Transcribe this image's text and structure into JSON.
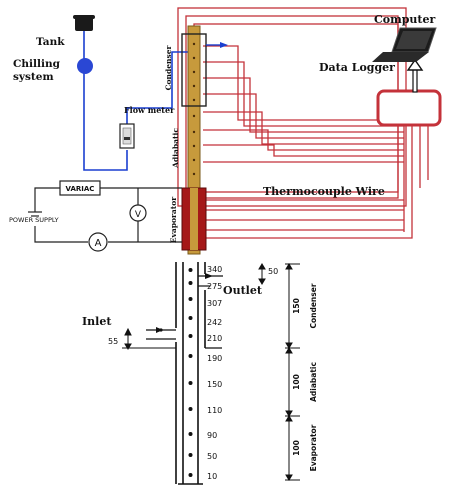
{
  "top": {
    "tank": "Tank",
    "chilling": "Chilling",
    "system": "system",
    "computer": "Computer",
    "data_logger": "Data Logger",
    "flow_meter": "Flow meter",
    "condenser": "Condenser",
    "adiabatic": "Adiabatic",
    "evaporator": "Evaporator",
    "thermocouple_wire": "Thermocouple Wire",
    "variac": "VARIAC",
    "power_supply": "POWER SUPPLY",
    "voltmeter": "V",
    "ammeter": "A"
  },
  "bottom": {
    "inlet": "Inlet",
    "outlet": "Outlet",
    "dim_inlet": "55",
    "dim_outlet": "50",
    "positions": [
      "340",
      "275",
      "307",
      "242",
      "210",
      "190",
      "150",
      "110",
      "90",
      "50",
      "10"
    ],
    "sections": [
      {
        "length": "150",
        "name": "Condenser"
      },
      {
        "length": "100",
        "name": "Adiabatic"
      },
      {
        "length": "100",
        "name": "Evaporator"
      }
    ]
  },
  "colors": {
    "wire": "#c4323a",
    "pipe": "#1a3fd0",
    "tube": "#c79a3c",
    "heater": "#a51818"
  }
}
